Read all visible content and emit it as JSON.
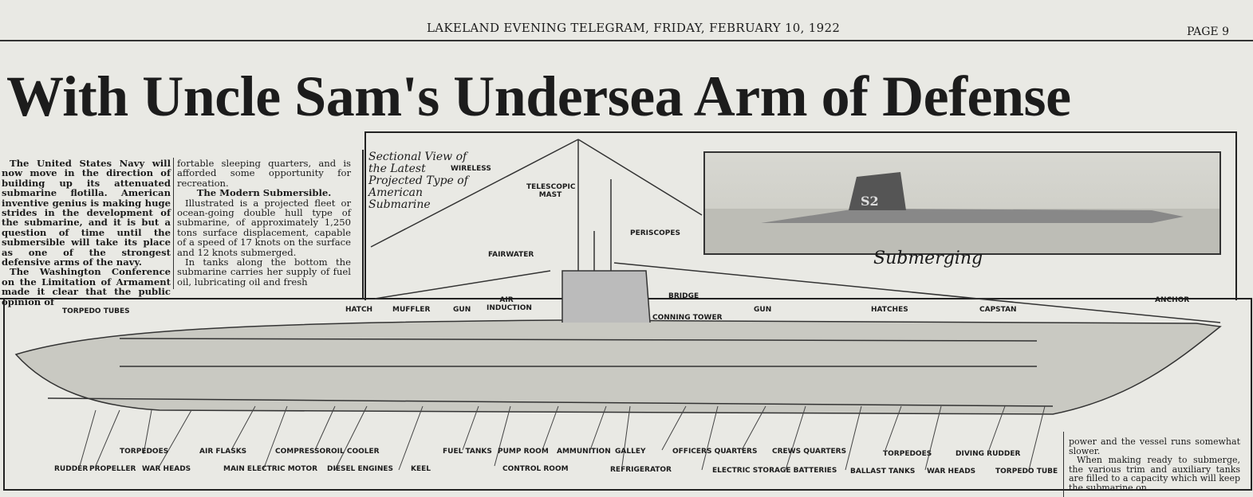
{
  "header": {
    "masthead": "LAKELAND EVENING TELEGRAM, FRIDAY, FEBRUARY 10, 1922",
    "page": "PAGE 9"
  },
  "headline": "With Uncle Sam's Undersea Arm of Defense",
  "article": {
    "col1": [
      "The United States Navy will now move in the direction of building up its attenuated submarine flotilla. American inventive genius is making huge strides in the development of the submarine, and it is but a question of time until the submersible will take its place as one of the strongest defensive arms of the navy.",
      "The Washington Conference on the Limitation of Armament made it clear that the public opinion of"
    ],
    "col2_lead": "fortable sleeping quarters, and is afforded some opportunity for recreation.",
    "col2_subhead": "The Modern Submersible.",
    "col2": [
      "Illustrated is a projected fleet or ocean-going double hull type of submarine, of approximately 1,250 tons surface displacement, capable of a speed of 17 knots on the surface and 12 knots submerged.",
      "In tanks along the bottom the submarine carries her supply of fuel oil, lubricating oil and fresh"
    ],
    "col3_lead": "power and the vessel runs somewhat slower.",
    "col3": "When making ready to submerge, the various trim and auxiliary tanks are filled to a capacity which will keep the submarine on"
  },
  "illustration": {
    "title": "Sectional View of the Latest Projected Type of American Submarine",
    "photo_caption": "Submerging",
    "hull_number": "S2",
    "labels_top": [
      "WIRELESS",
      "TELESCOPIC MAST",
      "PERISCOPES",
      "FAIRWATER",
      "BRIDGE",
      "CONNING TOWER",
      "TORPEDO TUBES",
      "HATCH",
      "MUFFLER",
      "GUN",
      "AIR INDUCTION",
      "GUN",
      "HATCHES",
      "CAPSTAN",
      "ANCHOR"
    ],
    "labels_bottom_row1": [
      "TORPEDOES",
      "AIR FLASKS",
      "COMPRESSOR",
      "OIL COOLER",
      "FUEL TANKS",
      "PUMP ROOM",
      "AMMUNITION",
      "GALLEY",
      "OFFICERS QUARTERS",
      "CREWS QUARTERS",
      "TORPEDOES",
      "DIVING RUDDER"
    ],
    "labels_bottom_row2": [
      "RUDDER",
      "PROPELLER",
      "WAR HEADS",
      "MAIN ELECTRIC MOTOR",
      "DIESEL ENGINES",
      "KEEL",
      "CONTROL ROOM",
      "REFRIGERATOR",
      "ELECTRIC STORAGE BATTERIES",
      "BALLAST TANKS",
      "WAR HEADS",
      "TORPEDO TUBE"
    ]
  }
}
